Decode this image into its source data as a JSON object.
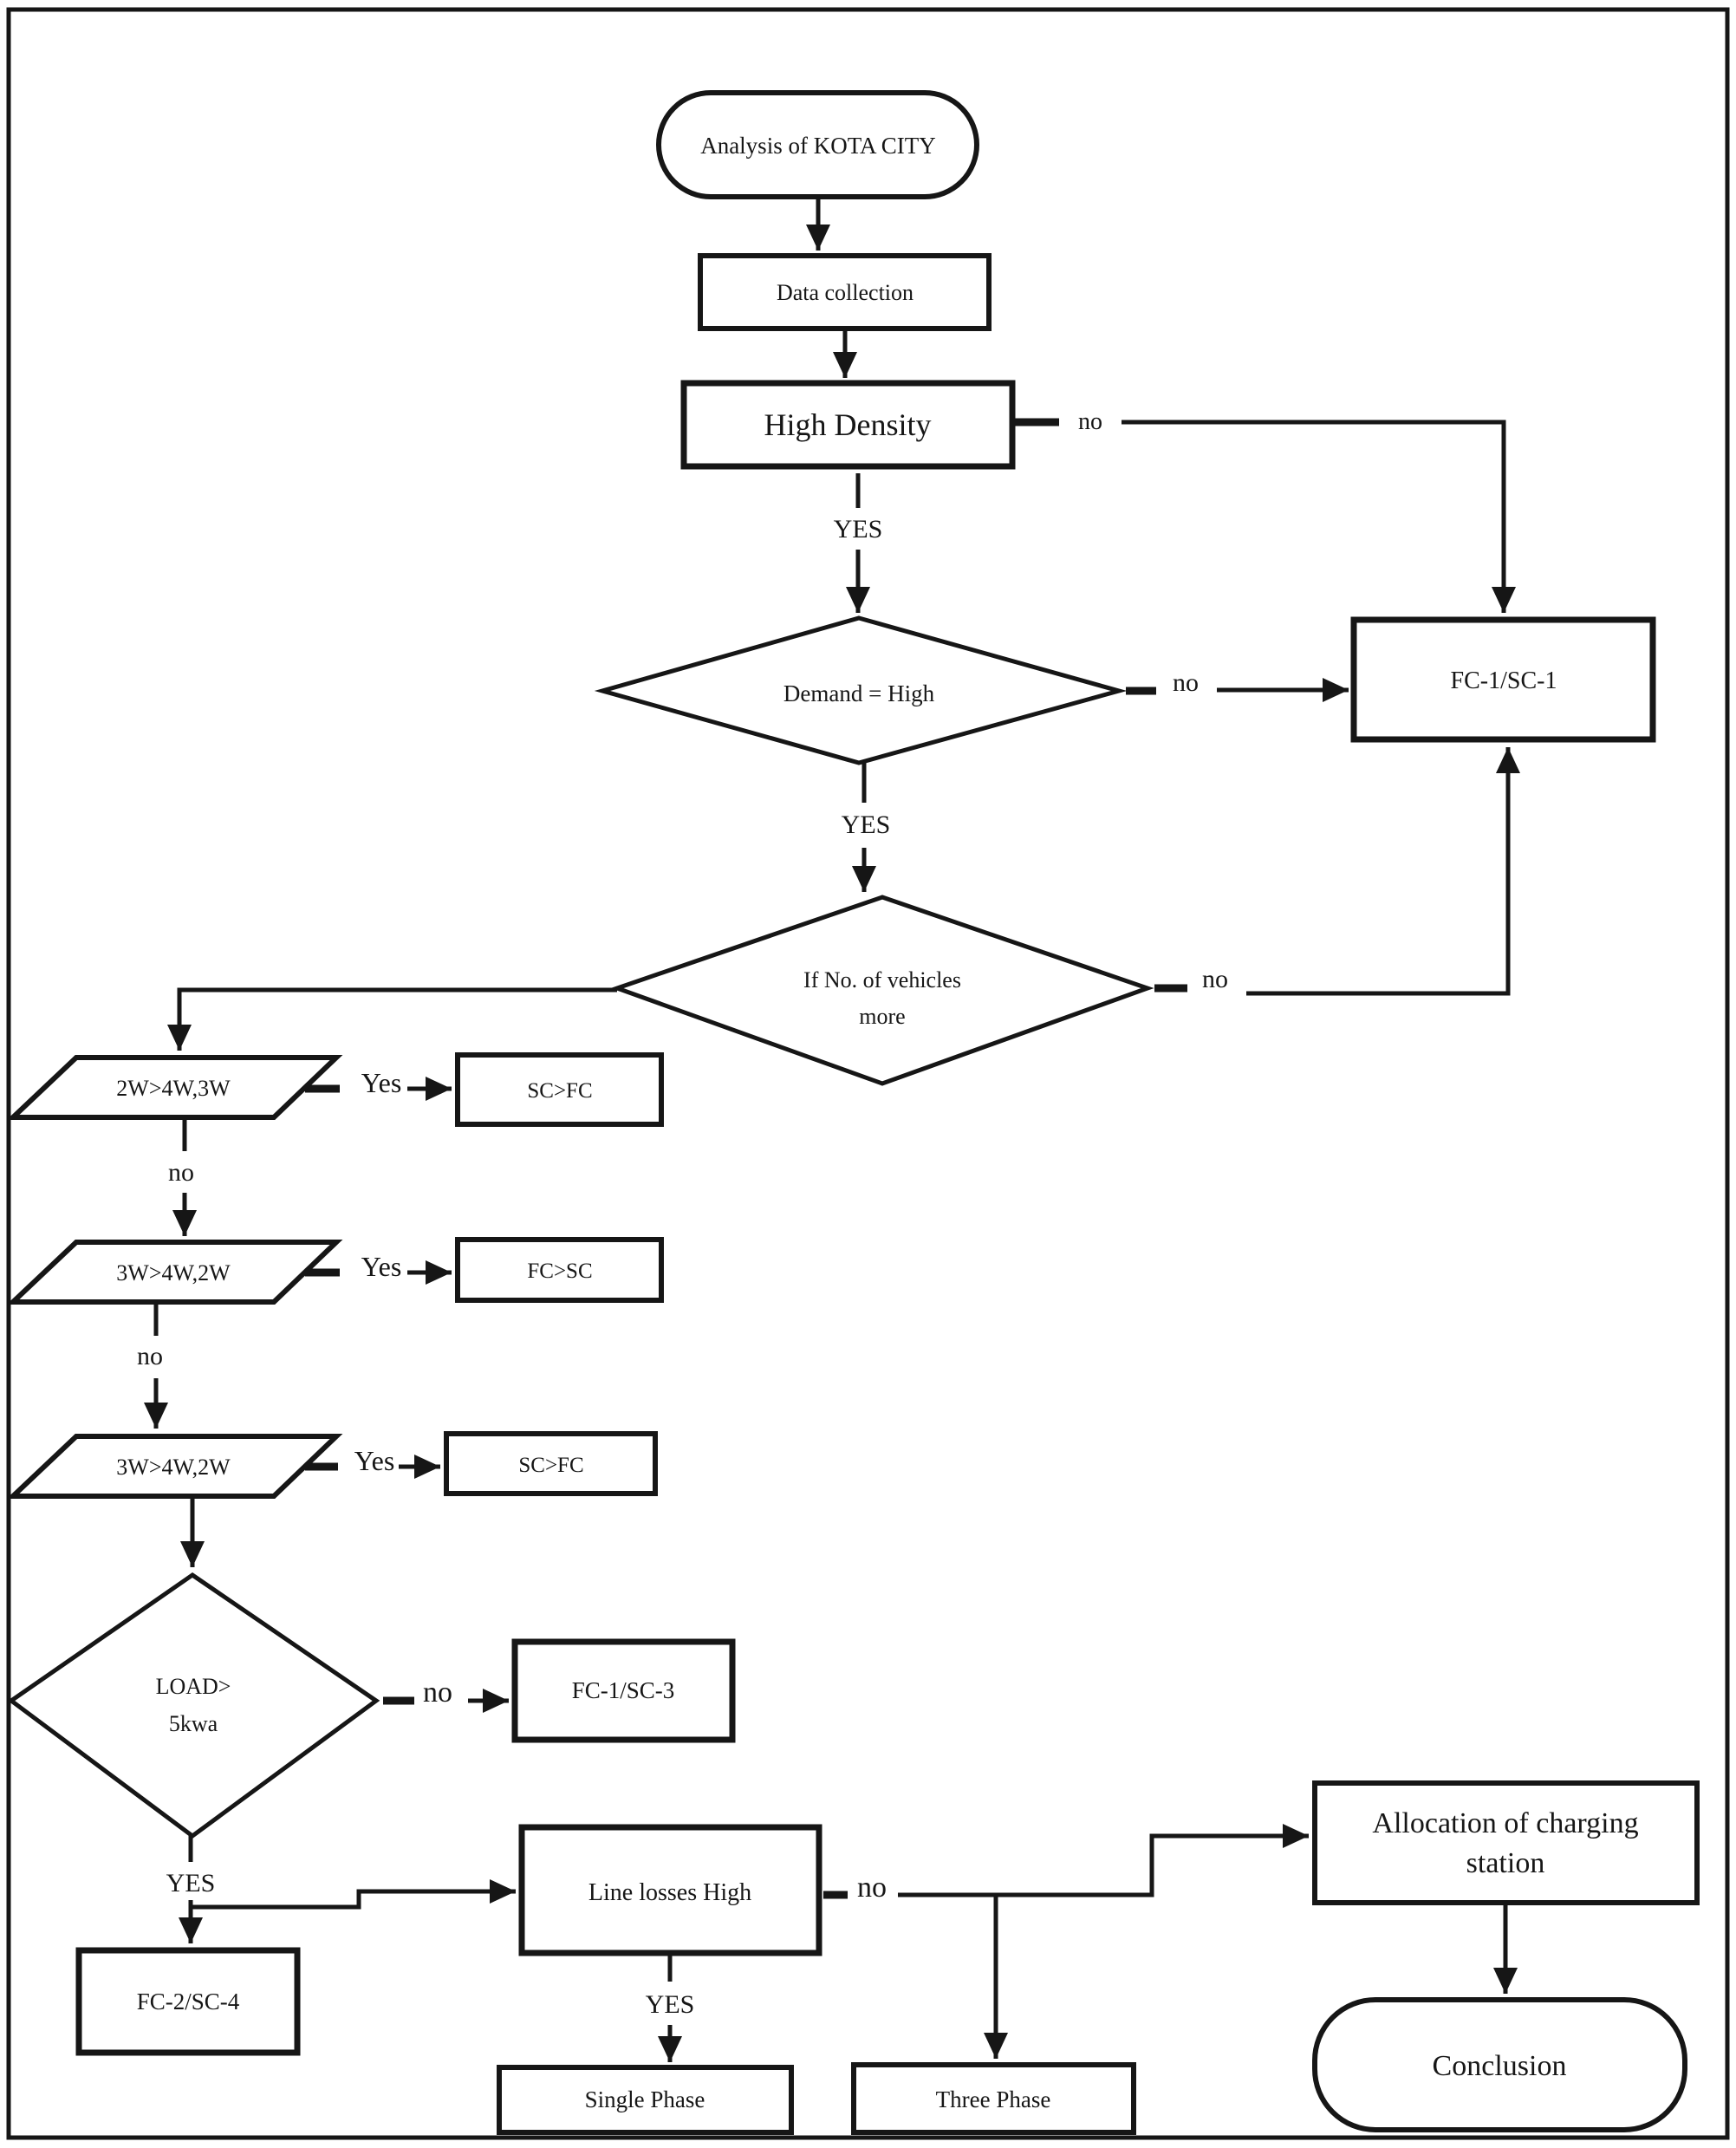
{
  "colors": {
    "ink": "#161616",
    "background": "#ffffff"
  },
  "nodes": {
    "start": {
      "label": "Analysis of KOTA CITY"
    },
    "data_collection": {
      "label": "Data collection"
    },
    "high_density": {
      "label": "High Density"
    },
    "fc1_sc1": {
      "label": "FC-1/SC-1"
    },
    "demand": {
      "label": "Demand = High"
    },
    "vehicles": {
      "label_line1": "If No. of vehicles",
      "label_line2": "more"
    },
    "p_2w": {
      "label": "2W>4W,3W"
    },
    "sc_fc_1": {
      "label": "SC>FC"
    },
    "p_3w_a": {
      "label": "3W>4W,2W"
    },
    "fc_sc": {
      "label": "FC>SC"
    },
    "p_3w_b": {
      "label": "3W>4W,2W"
    },
    "sc_fc_2": {
      "label": "SC>FC"
    },
    "load": {
      "label_line1": "LOAD>",
      "label_line2": "5kwa"
    },
    "fc1_sc3": {
      "label": "FC-1/SC-3"
    },
    "fc2_sc4": {
      "label": "FC-2/SC-4"
    },
    "line_losses": {
      "label": "Line losses High"
    },
    "single_phase": {
      "label": "Single Phase"
    },
    "three_phase": {
      "label": "Three Phase"
    },
    "allocation": {
      "label_line1": "Allocation of charging",
      "label_line2": "station"
    },
    "conclusion": {
      "label": "Conclusion"
    }
  },
  "edge_labels": {
    "high_density_no": "no",
    "high_density_yes": "YES",
    "demand_no": "no",
    "demand_yes": "YES",
    "vehicles_no": "no",
    "p_2w_yes": "Yes",
    "p_2w_no": "no",
    "p_3w_a_yes": "Yes",
    "p_3w_a_no": "no",
    "p_3w_b_yes": "Yes",
    "load_no": "no",
    "load_yes": "YES",
    "line_losses_no": "no",
    "line_losses_yes": "YES"
  }
}
